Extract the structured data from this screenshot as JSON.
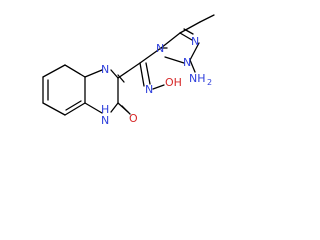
{
  "molecule": {
    "atoms": {
      "n_triazole_top": "N",
      "n_triazole_left": "N",
      "n_triazole_ring": "N",
      "amino": "NH",
      "amino_subscript": "2",
      "n_quinox_top": "N",
      "n_quinox_bottom": "H",
      "n_quinox_bottom_n": "N",
      "oxime_n": "N",
      "oxime_oh": "OH",
      "carbonyl_o": "O"
    }
  },
  "colors": {
    "bond": "#000000",
    "nitrogen": "#2f3fdc",
    "oxygen": "#d62828"
  }
}
